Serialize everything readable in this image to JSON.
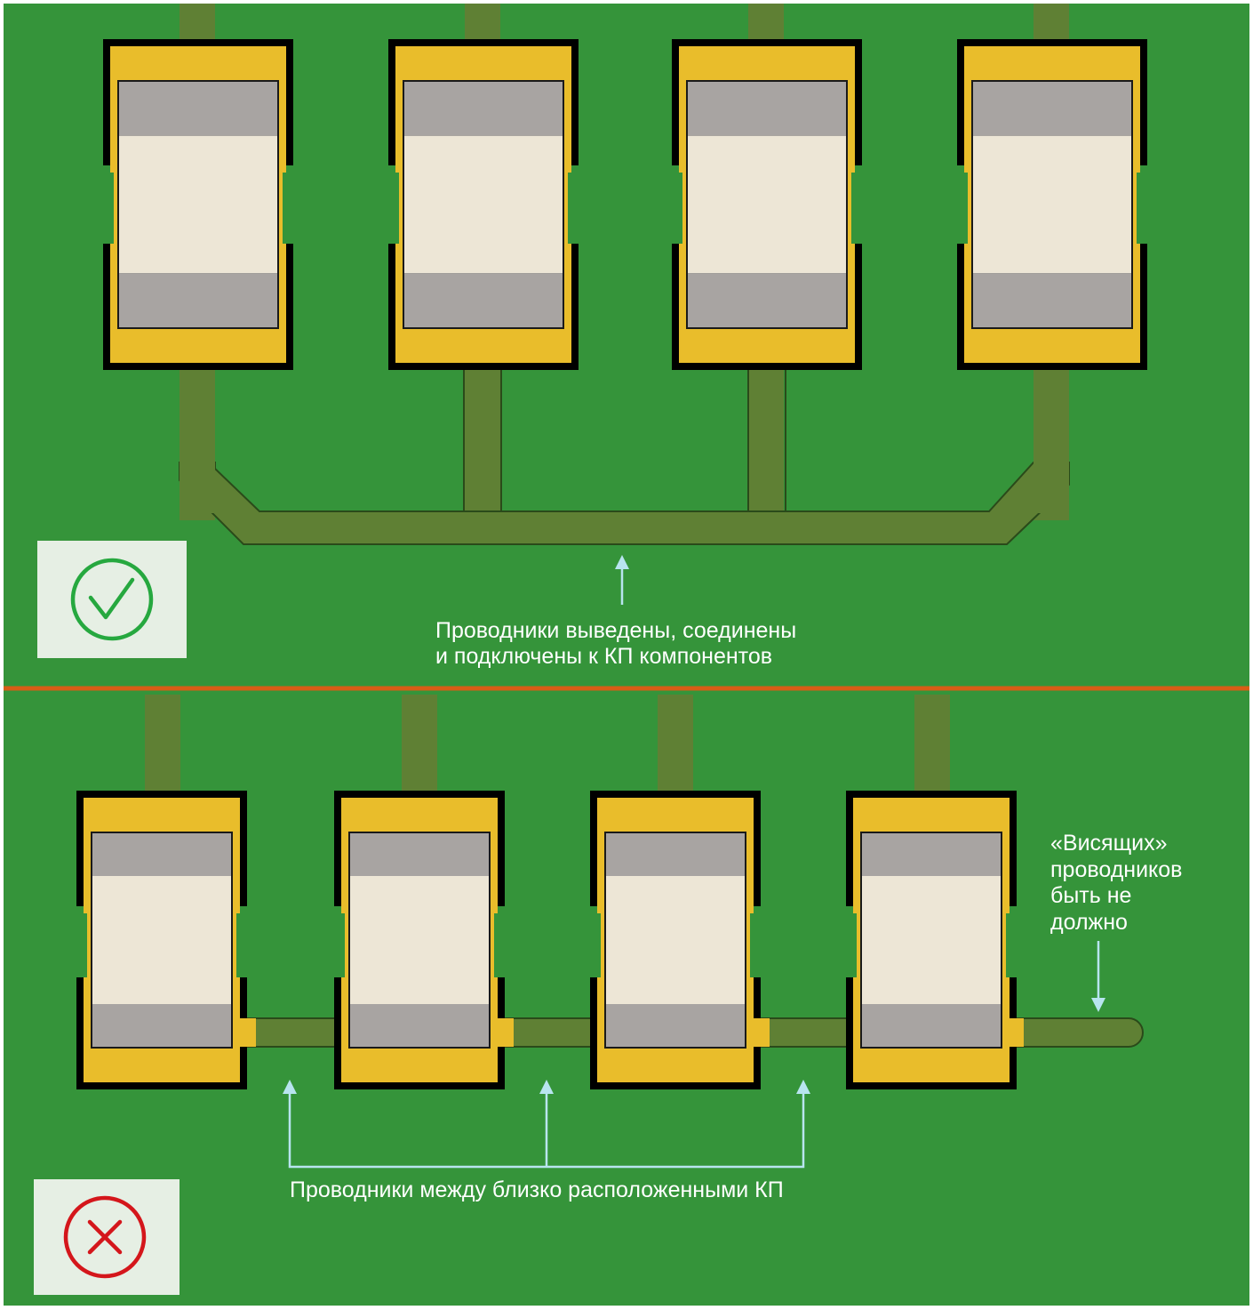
{
  "colors": {
    "board": "#35943a",
    "trace": "#5f8034",
    "pad": "#e9bd2b",
    "pad_outline": "#000000",
    "body_end": "#a8a4a2",
    "body_middle": "#ede6d6",
    "divider": "#d85e16",
    "arrow": "#b8e4ef",
    "badge_bg": "#e6efe4",
    "ok": "#26a83f",
    "bad": "#d4161b"
  },
  "top_panel": {
    "caption_line1": "Проводники выведены, соединены",
    "caption_line2": "и подключены к КП компонентов",
    "badge_icon": "check-circle-icon"
  },
  "bottom_panel": {
    "caption": "Проводники между близко расположенными КП",
    "note_line1": "«Висящих»",
    "note_line2": "проводников",
    "note_line3": "быть не",
    "note_line4": "должно",
    "badge_icon": "cross-circle-icon"
  }
}
